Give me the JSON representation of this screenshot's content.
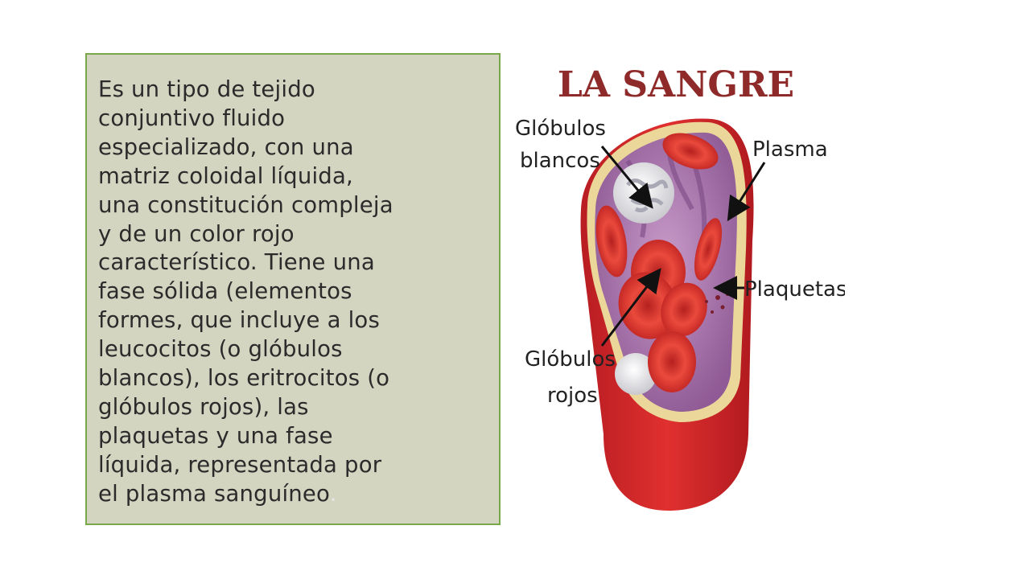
{
  "slide": {
    "paragraph": "Es un tipo de tejido\nconjuntivo fluido\nespecializado, con una\nmatriz coloidal líquida,\nuna constitución compleja\ny de un color rojo\ncaracterístico. Tiene una\nfase sólida (elementos\nformes, que incluye a los\nleucocitos (o glóbulos\nblancos), los eritrocitos (o\nglóbulos rojos), las\nplaquetas y una fase\nlíquida, representada por\nel plasma sanguíneo",
    "trailing_mark": ".",
    "box_fill": "#d4d5c1",
    "box_border": "#79a84a"
  },
  "figure": {
    "title": "LA SANGRE",
    "labels": {
      "white_cells": [
        "Glóbulos",
        "blancos"
      ],
      "plasma": "Plasma",
      "platelets": "Plaquetas",
      "red_cells": [
        "Glóbulos",
        "rojos"
      ]
    },
    "colors": {
      "title": "#8f2a2a",
      "vessel": "#d8262a",
      "plasma": "#a06aa4",
      "vessel_rim": "#ecd79a",
      "red_cell": "#e0322c",
      "white_cell": "#eeeeee"
    }
  }
}
